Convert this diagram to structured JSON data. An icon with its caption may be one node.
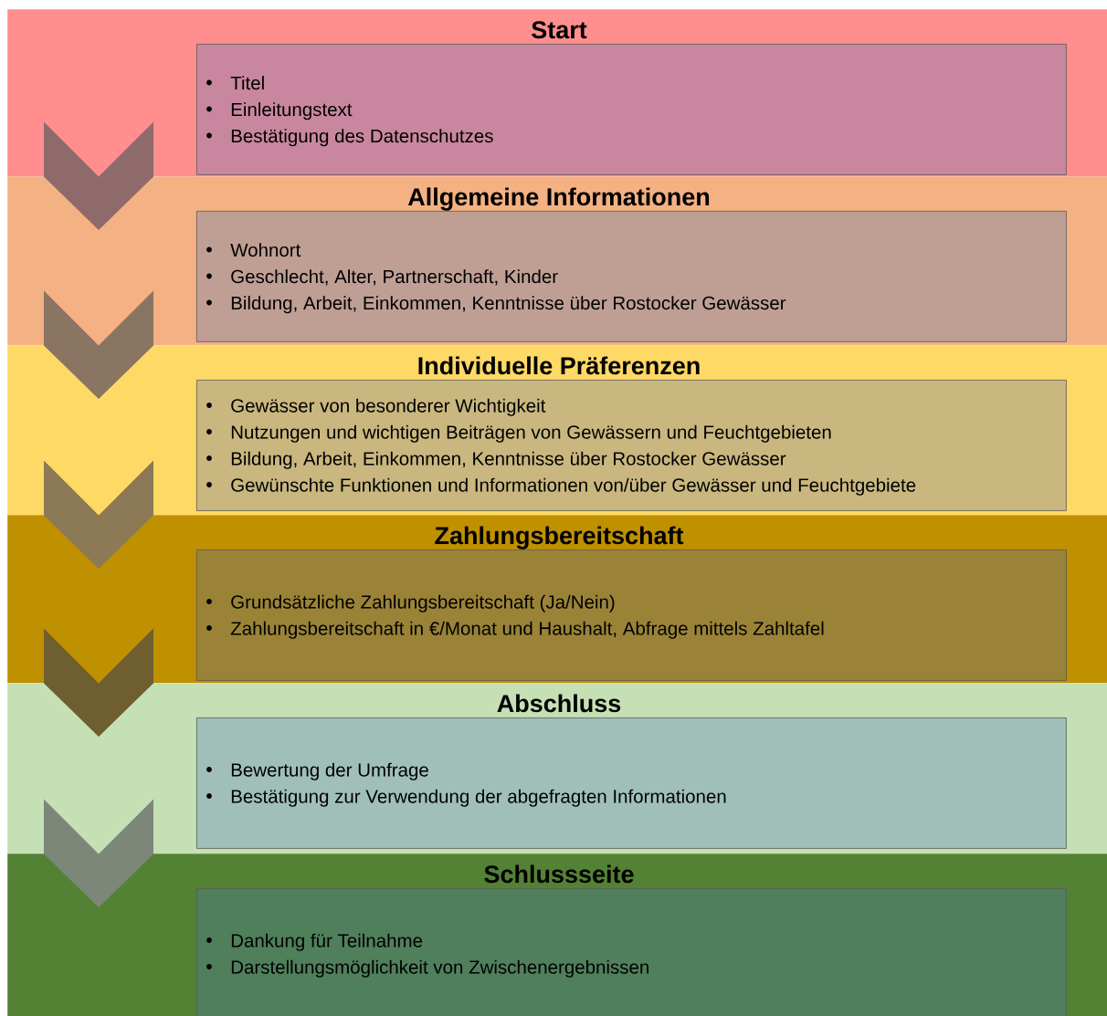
{
  "diagram": {
    "nodes": [
      {
        "text": [
          "Start"
        ]
      },
      {
        "text": [
          "Titel",
          "Einleitungstext",
          "Bestätigung des Datenschutzes"
        ],
        "in": 0
      },
      {
        "text": [
          "Allgemeine Informationen"
        ]
      },
      {
        "text": [
          "Wohnort",
          "Geschlecht, Alter, Partnerschaft, Kinder",
          "Bildung, Arbeit, Einkommen, Kenntnisse über Rostocker Gewässer"
        ],
        "in": 2
      },
      {
        "text": [
          "Individuelle Präferenzen"
        ]
      },
      {
        "text": [
          "Gewässer von besonderer Wichtigkeit",
          "Nutzungen und wichtigen Beiträgen von Gewässern und Feuchtgebieten",
          "Bildung, Arbeit, Einkommen, Kenntnisse über Rostocker Gewässer",
          "Gewünschte Funktionen und Informationen von/über Gewässer und Feuchtgebiete"
        ],
        "in": 4
      },
      {
        "text": [
          "Zahlungsbereitschaft"
        ]
      },
      {
        "text": [
          "Grundsätzliche Zahlungsbereitschaft (Ja/Nein)",
          "Zahlungsbereitschaft in €/Monat und Haushalt, Abfrage mittels Zahltafel"
        ],
        "in": 6
      },
      {
        "text": [
          "Abschluss"
        ]
      },
      {
        "text": [
          "Bewertung der Umfrage",
          "Bestätigung zur Verwendung der abgefragten Informationen"
        ],
        "in": 8
      },
      {
        "text": [
          "Schlussseite"
        ]
      },
      {
        "text": [
          "Dankung für Teilnahme",
          "Darstellungsmöglichkeit von Zwischenergebnissen"
        ],
        "in": 10
      }
    ],
    "edges": [
      {
        "from": 0,
        "to": 2,
        "arrow": "to"
      },
      {
        "from": 2,
        "to": 4,
        "arrow": "to"
      },
      {
        "from": 4,
        "to": 6,
        "arrow": "to"
      },
      {
        "from": 6,
        "to": 8,
        "arrow": "to"
      },
      {
        "from": 8,
        "to": 10,
        "arrow": "to"
      }
    ]
  }
}
